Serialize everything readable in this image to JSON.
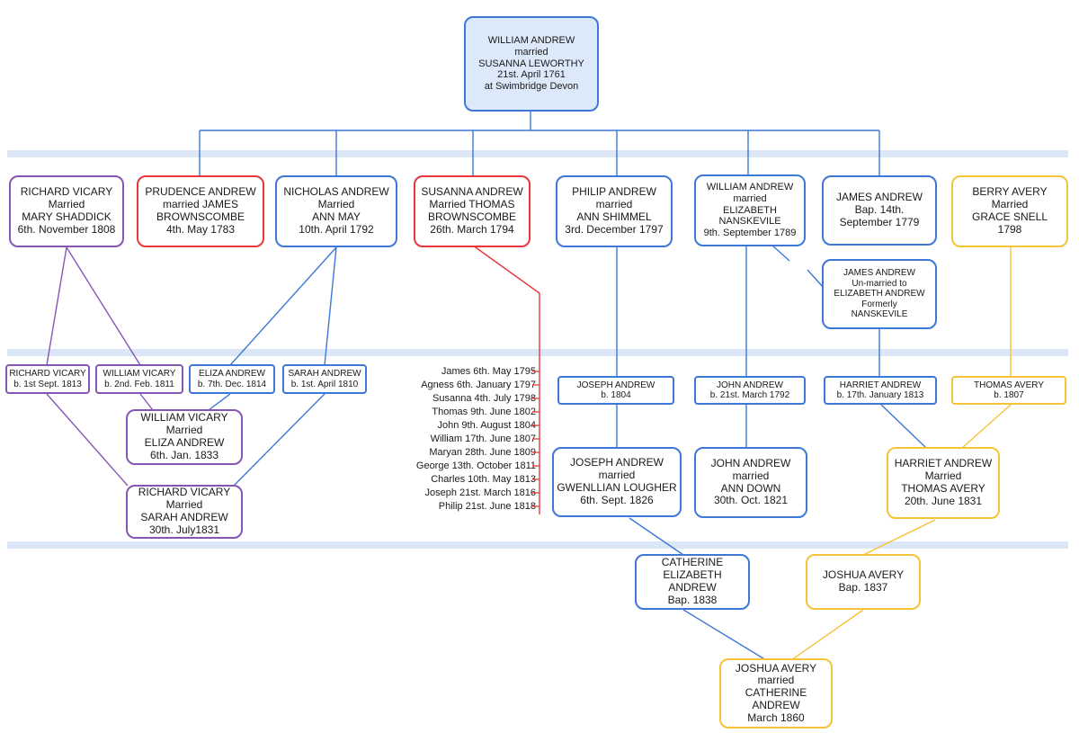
{
  "tree": {
    "root": [
      "WILLIAM ANDREW",
      "married",
      "SUSANNA LEWORTHY",
      "21st. April 1761",
      "at Swimbridge Devon"
    ],
    "gen2": {
      "richard_vicary": [
        "RICHARD VICARY",
        "Married",
        "MARY SHADDICK",
        "6th. November 1808"
      ],
      "prudence_andrew": [
        "PRUDENCE ANDREW",
        "married JAMES",
        "BROWNSCOMBE",
        "4th. May 1783"
      ],
      "nicholas_andrew": [
        "NICHOLAS ANDREW",
        "Married",
        "ANN MAY",
        "10th. April 1792"
      ],
      "susanna_andrew": [
        "SUSANNA ANDREW",
        "Married THOMAS",
        "BROWNSCOMBE",
        "26th. March 1794"
      ],
      "philip_andrew": [
        "PHILIP ANDREW",
        "married",
        "ANN SHIMMEL",
        "3rd. December 1797"
      ],
      "william_andrew": [
        "WILLIAM ANDREW",
        "married",
        "ELIZABETH",
        "NANSKEVILE",
        "9th. September 1789"
      ],
      "james_andrew": [
        "JAMES ANDREW",
        "Bap. 14th.",
        "September 1779"
      ],
      "berry_avery": [
        "BERRY AVERY",
        "Married",
        "GRACE SNELL",
        "1798"
      ],
      "james_andrew_unmarried": [
        "JAMES ANDREW",
        "Un-married to",
        "ELIZABETH ANDREW",
        "Formerly",
        "NANSKEVILE"
      ]
    },
    "gen3": {
      "richard_vicary": [
        "RICHARD VICARY",
        "b. 1st Sept. 1813"
      ],
      "william_vicary": [
        "WILLIAM VICARY",
        "b. 2nd. Feb. 1811"
      ],
      "eliza_andrew": [
        "ELIZA ANDREW",
        "b. 7th. Dec. 1814"
      ],
      "sarah_andrew": [
        "SARAH ANDREW",
        "b. 1st. April 1810"
      ],
      "joseph_andrew": [
        "JOSEPH ANDREW",
        "b. 1804"
      ],
      "john_andrew": [
        "JOHN ANDREW",
        "b. 21st. March 1792"
      ],
      "harriet_andrew": [
        "HARRIET ANDREW",
        "b. 17th. January 1813"
      ],
      "thomas_avery": [
        "THOMAS AVERY",
        "b. 1807"
      ],
      "william_vicary_married": [
        "WILLIAM VICARY",
        "Married",
        "ELIZA ANDREW",
        "6th. Jan. 1833"
      ],
      "richard_vicary_married": [
        "RICHARD VICARY",
        "Married",
        "SARAH ANDREW",
        "30th. July1831"
      ],
      "joseph_andrew_married": [
        "JOSEPH ANDREW",
        "married",
        "GWENLLIAN LOUGHER",
        "6th. Sept. 1826"
      ],
      "john_andrew_married": [
        "JOHN ANDREW",
        "married",
        "ANN DOWN",
        "30th. Oct. 1821"
      ],
      "harriet_andrew_married": [
        "HARRIET ANDREW",
        "Married",
        "THOMAS AVERY",
        "20th. June 1831"
      ]
    },
    "brownscombe_children": [
      "James 6th. May 1795",
      "Agness 6th. January 1797",
      "Susanna 4th. July 1798",
      "Thomas 9th. June 1802",
      "John 9th. August 1804",
      "William 17th. June 1807",
      "Maryan 28th. June 1809",
      "George 13th. October 1811",
      "Charles 10th. May 1813",
      "Joseph 21st. March 1816",
      "Philip 21st. June 1818"
    ],
    "gen4": {
      "catherine_andrew": [
        "CATHERINE",
        "ELIZABETH",
        "ANDREW",
        "Bap. 1838"
      ],
      "joshua_avery": [
        "JOSHUA AVERY",
        "Bap. 1837"
      ]
    },
    "gen5": {
      "joshua_catherine": [
        "JOSHUA AVERY",
        "married",
        "CATHERINE",
        "ANDREW",
        "March 1860"
      ]
    }
  },
  "colors": {
    "blue": "#3d78d8",
    "red": "#e8373b",
    "purple": "#8656b4",
    "amber": "#f5c338",
    "band": "#dbe7f6",
    "root_fill": "#dce9fa"
  }
}
